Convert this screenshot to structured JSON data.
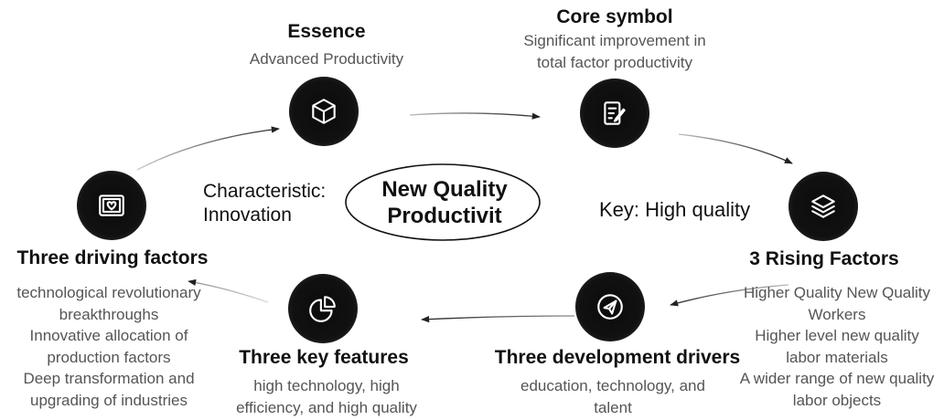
{
  "center": {
    "line1": "New Quality",
    "line2": "Productivit"
  },
  "characteristic": {
    "line1": "Characteristic:",
    "line2": "Innovation"
  },
  "key_label": "Key: High quality",
  "nodes": [
    {
      "title": "Essence",
      "lines": [
        "Advanced Productivity"
      ],
      "icon": "cube-icon"
    },
    {
      "title": "Core symbol",
      "lines": [
        "Significant improvement in",
        "total factor productivity"
      ],
      "icon": "document-pen-icon"
    },
    {
      "title": "3 Rising Factors",
      "lines": [
        "Higher Quality New Quality",
        "Workers",
        "Higher level new quality",
        "labor materials",
        "A wider range of new quality",
        "labor objects"
      ],
      "icon": "layers-icon"
    },
    {
      "title": "Three development drivers",
      "lines": [
        "education, technology, and",
        "talent"
      ],
      "icon": "paper-plane-icon"
    },
    {
      "title": "Three key features",
      "lines": [
        "high technology, high",
        "efficiency, and high quality"
      ],
      "icon": "pie-chart-icon"
    },
    {
      "title": "Three driving factors",
      "lines": [
        "technological revolutionary",
        "breakthroughs",
        "Innovative allocation of",
        "production factors",
        "Deep transformation and",
        "upgrading of industries"
      ],
      "icon": "picture-heart-icon"
    }
  ],
  "arrows": [
    {
      "from": 0,
      "to": 1
    },
    {
      "from": 1,
      "to": 2
    },
    {
      "from": 2,
      "to": 3
    },
    {
      "from": 3,
      "to": 4
    },
    {
      "from": 4,
      "to": 5
    },
    {
      "from": 5,
      "to": 0
    }
  ],
  "colors": {
    "icon_fill": "#111111",
    "title_text": "#111111",
    "body_text": "#555555",
    "arrow": "#222222"
  }
}
